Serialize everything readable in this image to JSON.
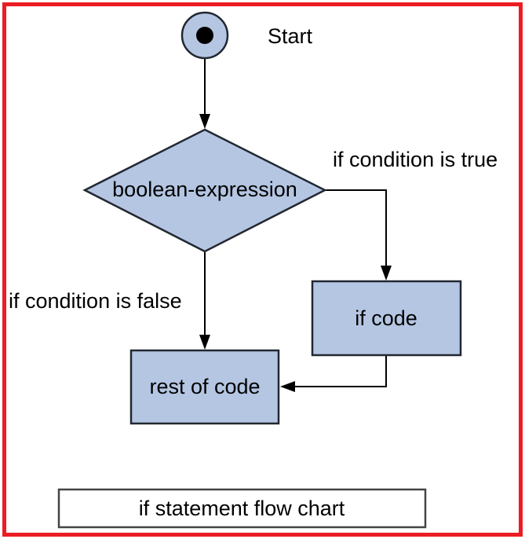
{
  "diagram": {
    "caption": "if statement flow chart",
    "nodes": {
      "start": {
        "label": "Start"
      },
      "decision": {
        "label": "boolean-expression"
      },
      "if_code": {
        "label": "if code"
      },
      "rest_of_code": {
        "label": "rest of code"
      }
    },
    "edges": {
      "true_branch_label": "if condition is true",
      "false_branch_label": "if condition is false"
    },
    "colors": {
      "node_fill": "#b4c6e2",
      "node_stroke": "#222831",
      "line": "#000000",
      "frame": "#ec1c24",
      "caption_fill": "#ffffff",
      "caption_stroke": "#444444",
      "text": "#000000"
    }
  }
}
